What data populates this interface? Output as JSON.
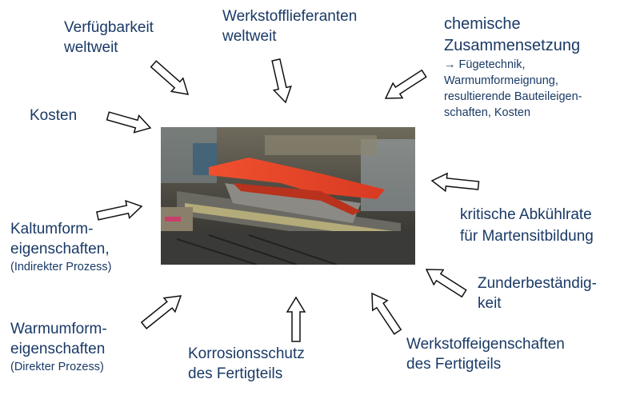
{
  "labels": {
    "verfuegbarkeit": [
      "Verfügbarkeit",
      "weltweit"
    ],
    "lieferanten": [
      "Werkstofflieferanten",
      "weltweit"
    ],
    "chemie": {
      "lines": [
        "chemische",
        "Zusammensetzung"
      ],
      "sub": [
        "→ Fügetechnik,",
        "Warmumformeignung,",
        "resultierende Bauteileigen-",
        "schaften, Kosten"
      ]
    },
    "kosten": [
      "Kosten"
    ],
    "abkuehlrate": [
      "kritische Abkühlrate",
      "für Martensitbildung"
    ],
    "kaltumform": {
      "lines": [
        "Kaltumform-",
        "eigenschaften,"
      ],
      "sub": [
        "(Indirekter Prozess)"
      ]
    },
    "zunder": [
      "Zunderbeständig-",
      "keit"
    ],
    "warmumform": {
      "lines": [
        "Warmumform-",
        "eigenschaften"
      ],
      "sub": [
        "(Direkter Prozess)"
      ]
    },
    "korrosion": [
      "Korrosionsschutz",
      "des Fertigteils"
    ],
    "werkstoffeig": [
      "Werkstoffeigenschaften",
      "des Fertigteils"
    ]
  },
  "colors": {
    "text": "#1a3a66",
    "sheet": "#e8442a"
  }
}
